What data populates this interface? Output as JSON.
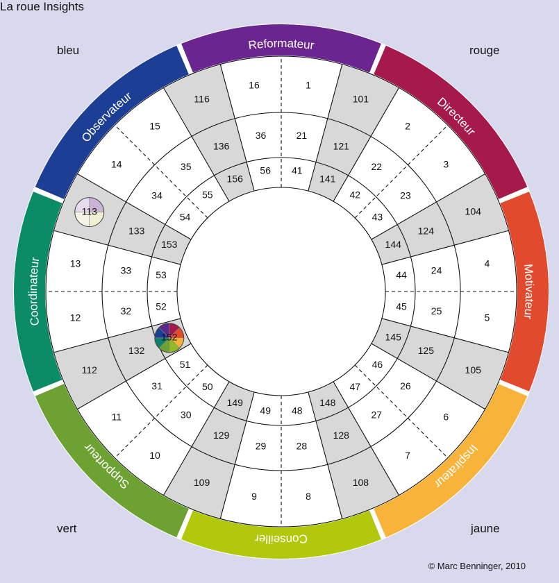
{
  "title": "La roue Insights",
  "corners": {
    "top_left": "bleu",
    "top_right": "rouge",
    "bottom_left": "vert",
    "bottom_right": "jaune"
  },
  "copyright": "© Marc Benninger, 2010",
  "segments": [
    {
      "label": "Reformateur",
      "color": "#6b2590"
    },
    {
      "label": "Directeur",
      "color": "#a51a4a"
    },
    {
      "label": "Motivateur",
      "color": "#e14a2c"
    },
    {
      "label": "Inspirateur",
      "color": "#f8b43a"
    },
    {
      "label": "Conseiller",
      "color": "#b2c80c"
    },
    {
      "label": "Supporteur",
      "color": "#6da233"
    },
    {
      "label": "Coordinateur",
      "color": "#0c8c66"
    },
    {
      "label": "Observateur",
      "color": "#1c3e94"
    }
  ],
  "rings": {
    "outer": [
      "16",
      "1",
      "101",
      "2",
      "3",
      "104",
      "4",
      "5",
      "105",
      "6",
      "7",
      "108",
      "8",
      "9",
      "109",
      "10",
      "11",
      "112",
      "12",
      "13",
      "113",
      "14",
      "15",
      "116"
    ],
    "middle": [
      "36",
      "21",
      "121",
      "22",
      "23",
      "124",
      "24",
      "25",
      "125",
      "26",
      "27",
      "128",
      "28",
      "29",
      "129",
      "30",
      "31",
      "132",
      "32",
      "33",
      "133",
      "34",
      "35",
      "136"
    ],
    "inner": [
      "56",
      "41",
      "141",
      "42",
      "43",
      "144",
      "44",
      "45",
      "145",
      "46",
      "47",
      "148",
      "48",
      "49",
      "149",
      "50",
      "51",
      "152",
      "52",
      "53",
      "153",
      "54",
      "55",
      "156"
    ]
  },
  "markers": [
    {
      "label": "113",
      "colors": [
        "#c9b4d6",
        "#f0f0d2",
        "#f4f4e6",
        "#e7dbee"
      ]
    },
    {
      "label": "152",
      "colors": [
        "#a5184c",
        "#e64a2b",
        "#f5b23b",
        "#8fb925",
        "#6da233",
        "#0d7f6a",
        "#1c3e94",
        "#5a2a8a"
      ]
    }
  ]
}
